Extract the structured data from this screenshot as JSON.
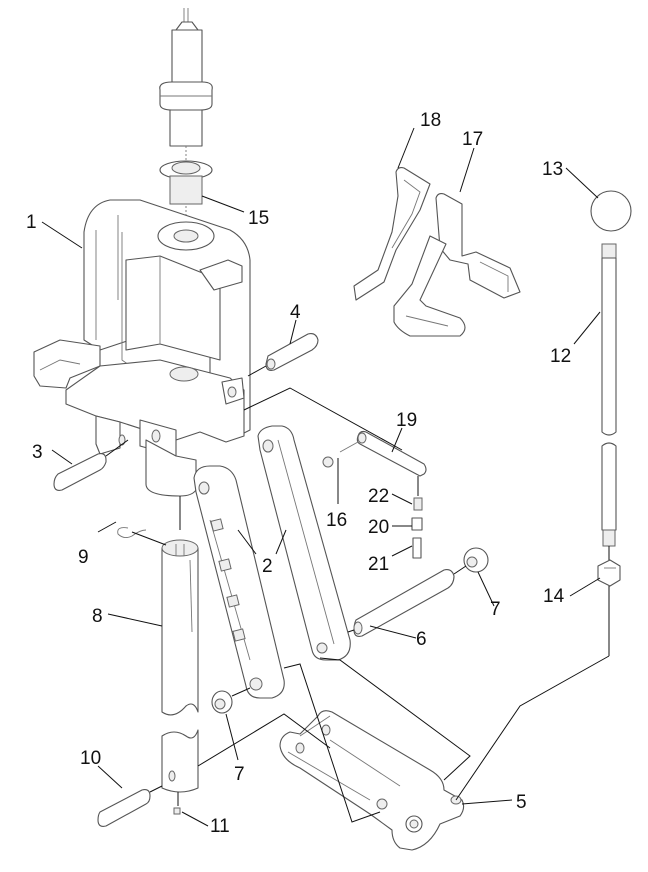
{
  "diagram": {
    "type": "exploded-parts-view",
    "callouts": [
      {
        "id": "c1",
        "text": "1"
      },
      {
        "id": "c2",
        "text": "2"
      },
      {
        "id": "c3",
        "text": "3"
      },
      {
        "id": "c4",
        "text": "4"
      },
      {
        "id": "c5",
        "text": "5"
      },
      {
        "id": "c6",
        "text": "6"
      },
      {
        "id": "c7a",
        "text": "7"
      },
      {
        "id": "c7b",
        "text": "7"
      },
      {
        "id": "c8",
        "text": "8"
      },
      {
        "id": "c9",
        "text": "9"
      },
      {
        "id": "c10",
        "text": "10"
      },
      {
        "id": "c11",
        "text": "11"
      },
      {
        "id": "c12",
        "text": "12"
      },
      {
        "id": "c13",
        "text": "13"
      },
      {
        "id": "c14",
        "text": "14"
      },
      {
        "id": "c15",
        "text": "15"
      },
      {
        "id": "c16",
        "text": "16"
      },
      {
        "id": "c17",
        "text": "17"
      },
      {
        "id": "c18",
        "text": "18"
      },
      {
        "id": "c19",
        "text": "19"
      },
      {
        "id": "c20",
        "text": "20"
      },
      {
        "id": "c21",
        "text": "21"
      },
      {
        "id": "c22",
        "text": "22"
      }
    ],
    "colors": {
      "line": "#555555",
      "leader": "#111111",
      "background": "#ffffff"
    }
  }
}
